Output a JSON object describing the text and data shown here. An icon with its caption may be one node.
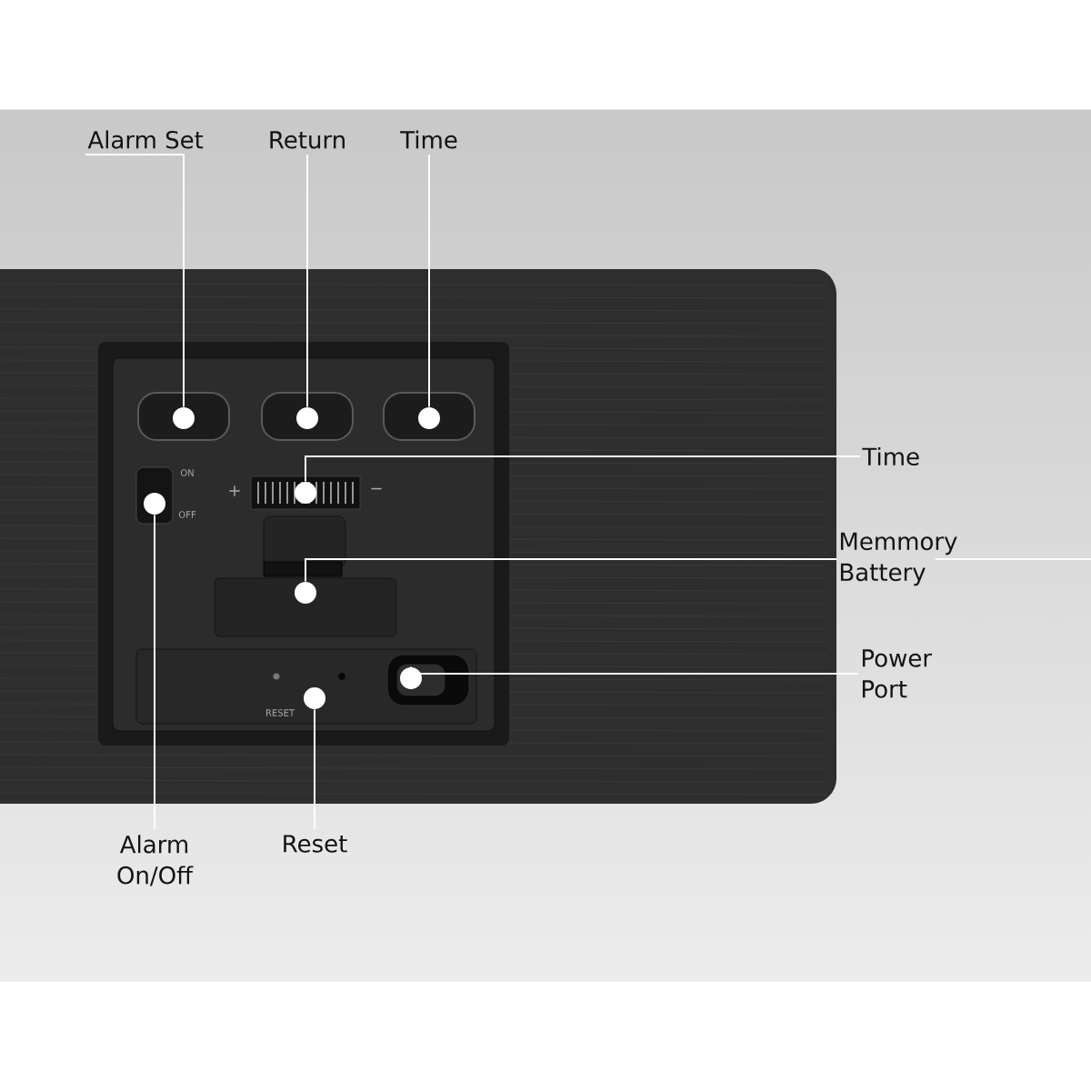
{
  "diagram": {
    "nodes": [
      {
        "text": [
          "Alarm Set"
        ]
      },
      {
        "text": [
          "Return"
        ]
      },
      {
        "text": [
          "Time"
        ]
      },
      {
        "text": [
          "Time"
        ]
      },
      {
        "text": [
          "Memmory Battery"
        ]
      },
      {
        "text": [
          "Power Port"
        ]
      },
      {
        "text": [
          "Alarm On/Off"
        ]
      },
      {
        "text": [
          "Reset"
        ]
      },
      {
        "text": [],
        "shape": "circle"
      },
      {
        "text": [],
        "shape": "circle"
      },
      {
        "text": [],
        "shape": "circle"
      },
      {
        "text": [],
        "shape": "circle"
      },
      {
        "text": [],
        "shape": "circle"
      },
      {
        "text": [],
        "shape": "circle"
      },
      {
        "text": [],
        "shape": "circle"
      },
      {
        "text": [],
        "shape": "circle"
      }
    ],
    "edges": [
      {
        "from": 0,
        "to": 8,
        "arrow": "none"
      },
      {
        "from": 1,
        "to": 9,
        "arrow": "none"
      },
      {
        "from": 2,
        "to": 10,
        "arrow": "none"
      },
      {
        "from": 3,
        "to": 11,
        "arrow": "none"
      },
      {
        "from": 4,
        "to": 12,
        "arrow": "none"
      },
      {
        "from": 5,
        "to": 13,
        "arrow": "none"
      },
      {
        "from": 6,
        "to": 14,
        "arrow": "none"
      },
      {
        "from": 7,
        "to": 15,
        "arrow": "none"
      },
      {
        "from": 4,
        "to": null,
        "arrow": "none"
      }
    ],
    "labels": [
      "ON",
      "OFF",
      "+",
      "−",
      "RESET"
    ]
  }
}
